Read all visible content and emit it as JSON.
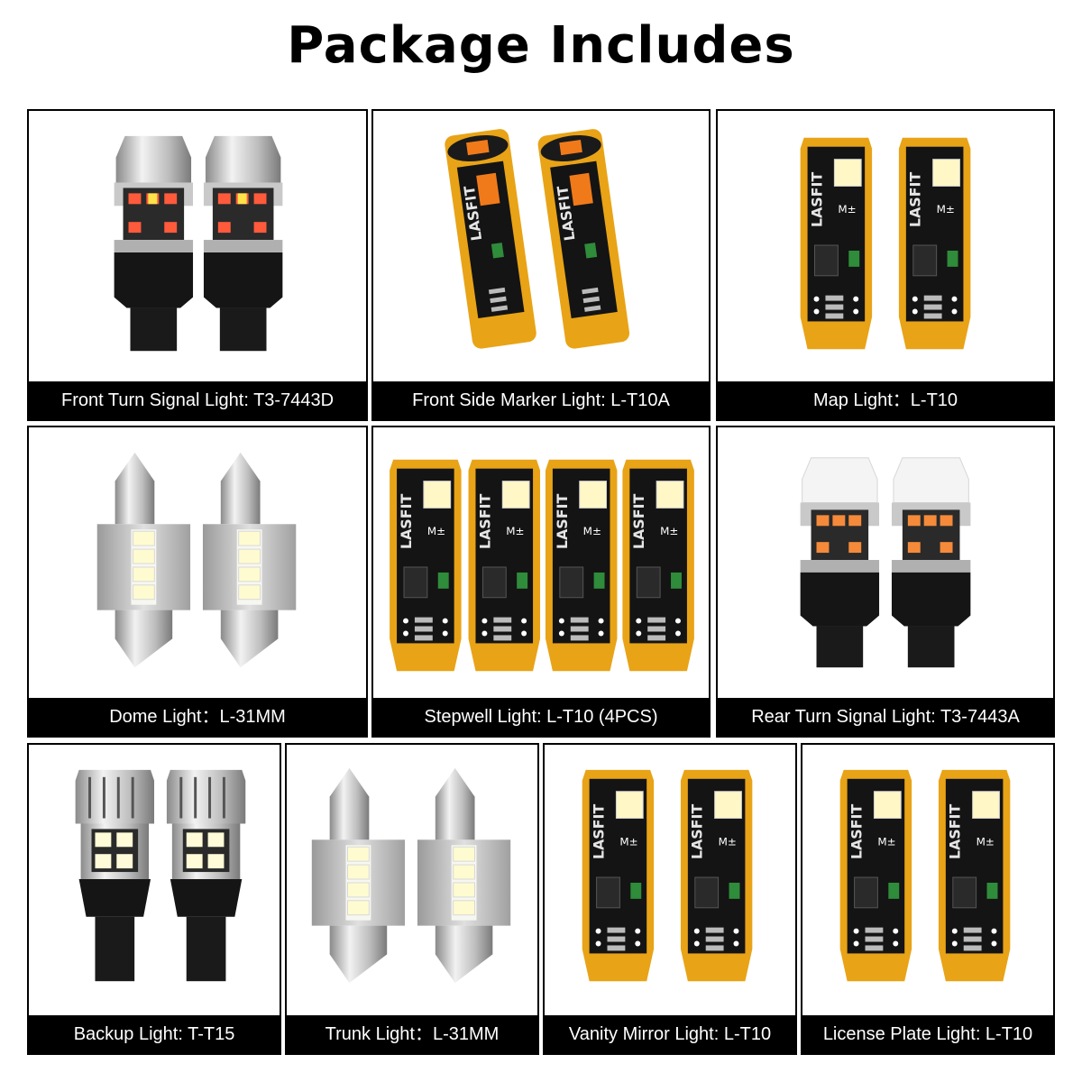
{
  "page": {
    "title": "Package Includes"
  },
  "products": [
    {
      "label": "Front Turn Signal Light: T3-7443D",
      "icon": "wedge-bulb-red-led-icon",
      "count": 2
    },
    {
      "label": "Front Side Marker Light: L-T10A",
      "icon": "t10-amber-led-bulb-icon",
      "count": 2
    },
    {
      "label": "Map Light：L-T10",
      "icon": "t10-led-bulb-icon",
      "count": 2
    },
    {
      "label": "Dome Light：L-31MM",
      "icon": "festoon-bulb-icon",
      "count": 2
    },
    {
      "label": "Stepwell Light:  L-T10 (4PCS)",
      "icon": "t10-led-bulb-icon",
      "count": 4
    },
    {
      "label": "Rear Turn Signal Light: T3-7443A",
      "icon": "wedge-bulb-amber-led-icon",
      "count": 2
    },
    {
      "label": "Backup Light: T-T15",
      "icon": "t15-backup-bulb-icon",
      "count": 2
    },
    {
      "label": "Trunk Light：L-31MM",
      "icon": "festoon-bulb-icon",
      "count": 2
    },
    {
      "label": "Vanity Mirror Light: L-T10",
      "icon": "t10-led-bulb-icon",
      "count": 2
    },
    {
      "label": "License Plate Light: L-T10",
      "icon": "t10-led-bulb-icon",
      "count": 2
    }
  ],
  "brand": {
    "mark": "LASFIT",
    "pcb_color": "#e8a317",
    "board_color": "#141414"
  }
}
